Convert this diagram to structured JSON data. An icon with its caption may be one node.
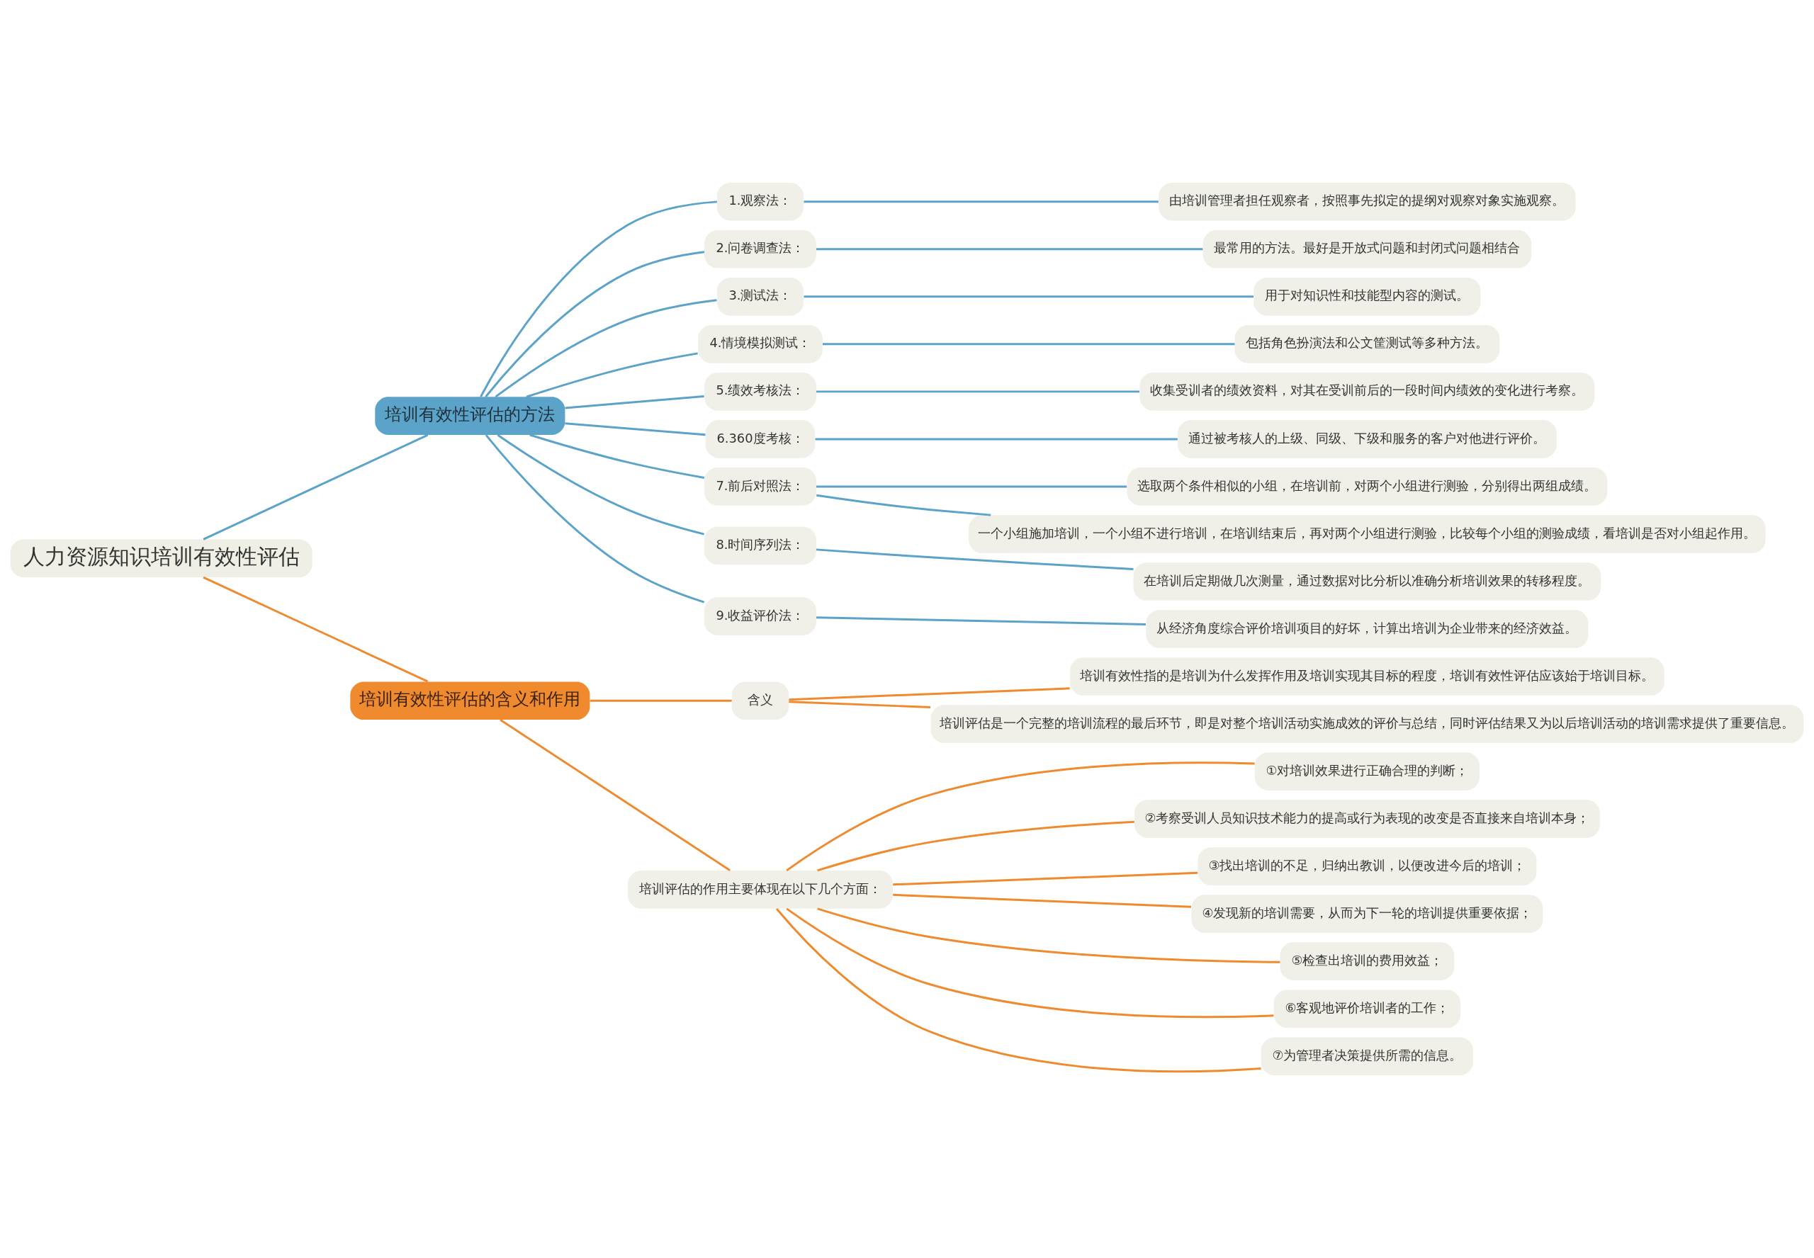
{
  "diagram": {
    "nodes": [
      {
        "text": [
          "人力资源知识培训有效性评估"
        ]
      },
      {
        "text": [
          "培训有效性评估的方法"
        ]
      },
      {
        "text": [
          "1.观察法："
        ]
      },
      {
        "text": [
          "由培训管理者担任观察者，按照事先拟定的提纲对观察对象实施观察。"
        ]
      },
      {
        "text": [
          "2.问卷调查法："
        ]
      },
      {
        "text": [
          "最常用的方法。最好是开放式问题和封闭式问题相结合"
        ]
      },
      {
        "text": [
          "3.测试法："
        ]
      },
      {
        "text": [
          "用于对知识性和技能型内容的测试。"
        ]
      },
      {
        "text": [
          "4.情境模拟测试："
        ]
      },
      {
        "text": [
          "包括角色扮演法和公文筐测试等多种方法。"
        ]
      },
      {
        "text": [
          "5.绩效考核法："
        ]
      },
      {
        "text": [
          "收集受训者的绩效资料，对其在受训前后的一段时间内绩效的变化进行考察。"
        ]
      },
      {
        "text": [
          "6.360度考核："
        ]
      },
      {
        "text": [
          "通过被考核人的上级、同级、下级和服务的客户对他进行评价。"
        ]
      },
      {
        "text": [
          "7.前后对照法："
        ]
      },
      {
        "text": [
          "选取两个条件相似的小组，在培训前，对两个小组进行测验，分别得出两组成绩。"
        ]
      },
      {
        "text": [
          "一个小组施加培训，一个小组不进行培训，在培训结束后，再对两个小组进行测验，比较每个小组的测验成绩，看培训是否对小组起作用。"
        ]
      },
      {
        "text": [
          "8.时间序列法："
        ]
      },
      {
        "text": [
          "在培训后定期做几次测量，通过数据对比分析以准确分析培训效果的转移程度。"
        ]
      },
      {
        "text": [
          "9.收益评价法："
        ]
      },
      {
        "text": [
          "从经济角度综合评价培训项目的好坏，计算出培训为企业带来的经济效益。"
        ]
      },
      {
        "text": [
          "培训有效性评估的含义和作用"
        ]
      },
      {
        "text": [
          "含义"
        ]
      },
      {
        "text": [
          "培训有效性指的是培训为什么发挥作用及培训实现其目标的程度，培训有效性评估应该始于培训目标。"
        ]
      },
      {
        "text": [
          "培训评估是一个完整的培训流程的最后环节，即是对整个培训活动实施成效的评价与总结，同时评估结果又为以后培训活动的培训需求提供了重要信息。"
        ]
      },
      {
        "text": [
          "培训评估的作用主要体现在以下几个方面："
        ]
      },
      {
        "text": [
          "①对培训效果进行正确合理的判断；"
        ]
      },
      {
        "text": [
          "②考察受训人员知识技术能力的提高或行为表现的改变是否直接来自培训本身；"
        ]
      },
      {
        "text": [
          "③找出培训的不足，归纳出教训，以便改进今后的培训；"
        ]
      },
      {
        "text": [
          "④发现新的培训需要，从而为下一轮的培训提供重要依据；"
        ]
      },
      {
        "text": [
          "⑤检查出培训的费用效益；"
        ]
      },
      {
        "text": [
          "⑥客观地评价培训者的工作；"
        ]
      },
      {
        "text": [
          "⑦为管理者决策提供所需的信息。"
        ]
      }
    ],
    "edges": [
      {
        "from": 0,
        "to": 1,
        "arrow": "none"
      },
      {
        "from": 1,
        "to": 2,
        "arrow": "none"
      },
      {
        "from": 2,
        "to": 3,
        "arrow": "none"
      },
      {
        "from": 1,
        "to": 4,
        "arrow": "none"
      },
      {
        "from": 4,
        "to": 5,
        "arrow": "none"
      },
      {
        "from": 1,
        "to": 6,
        "arrow": "none"
      },
      {
        "from": 6,
        "to": 7,
        "arrow": "none"
      },
      {
        "from": 1,
        "to": 8,
        "arrow": "none"
      },
      {
        "from": 8,
        "to": 9,
        "arrow": "none"
      },
      {
        "from": 1,
        "to": 10,
        "arrow": "none"
      },
      {
        "from": 10,
        "to": 11,
        "arrow": "none"
      },
      {
        "from": 1,
        "to": 12,
        "arrow": "none"
      },
      {
        "from": 12,
        "to": 13,
        "arrow": "none"
      },
      {
        "from": 1,
        "to": 14,
        "arrow": "none"
      },
      {
        "from": 14,
        "to": 15,
        "arrow": "none"
      },
      {
        "from": 14,
        "to": 16,
        "arrow": "none"
      },
      {
        "from": 1,
        "to": 17,
        "arrow": "none"
      },
      {
        "from": 17,
        "to": 18,
        "arrow": "none"
      },
      {
        "from": 1,
        "to": 19,
        "arrow": "none"
      },
      {
        "from": 19,
        "to": 20,
        "arrow": "none"
      },
      {
        "from": 0,
        "to": 21,
        "arrow": "none",
        "color": "#ef8a2e"
      },
      {
        "from": 21,
        "to": 22,
        "arrow": "none",
        "color": "#ef8a2e"
      },
      {
        "from": 22,
        "to": 23,
        "arrow": "none",
        "color": "#ef8a2e"
      },
      {
        "from": 22,
        "to": 24,
        "arrow": "none",
        "color": "#ef8a2e"
      },
      {
        "from": 21,
        "to": 25,
        "arrow": "none",
        "color": "#ef8a2e"
      },
      {
        "from": 25,
        "to": 26,
        "arrow": "none",
        "color": "#ef8a2e"
      },
      {
        "from": 25,
        "to": 27,
        "arrow": "none",
        "color": "#ef8a2e"
      },
      {
        "from": 25,
        "to": 28,
        "arrow": "none",
        "color": "#ef8a2e"
      },
      {
        "from": 25,
        "to": 29,
        "arrow": "none",
        "color": "#ef8a2e"
      },
      {
        "from": 25,
        "to": 30,
        "arrow": "none",
        "color": "#ef8a2e"
      },
      {
        "from": 25,
        "to": 31,
        "arrow": "none",
        "color": "#ef8a2e"
      },
      {
        "from": 25,
        "to": 32,
        "arrow": "none",
        "color": "#ef8a2e"
      }
    ]
  }
}
